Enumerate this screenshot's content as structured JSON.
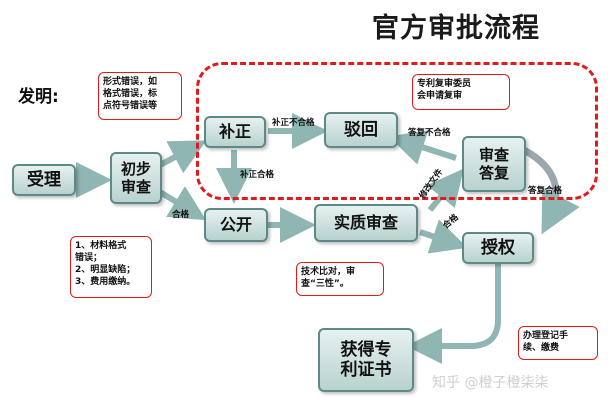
{
  "title": "官方审批流程",
  "invention_label": "发明:",
  "boxes": {
    "acceptance": "受理",
    "preliminary": "初步\n审查",
    "correction": "补正",
    "rejection": "驳回",
    "publication": "公开",
    "substantive": "实质审查",
    "review_reply": "审查\n答复",
    "grant": "授权",
    "certificate": "获得专\n利证书"
  },
  "callouts": {
    "format_errors": "形式错误，如\n格式错误，标\n点符号错误等",
    "appeal": "专利复审委员\n会申请复审",
    "material_list": "1、材料格式\n错误；\n2、明显缺陷；\n3、费用缴纳。",
    "tech_compare": "技术比对，审\n查“三性”。",
    "registration": "办理登记手\n续、缴费"
  },
  "labels": {
    "correction_fail": "补正不合格",
    "correction_pass": "补正合格",
    "qualified_1": "合格",
    "reply_fail": "答复不合格",
    "revise_doc": "修改文件",
    "qualified_2": "合格",
    "reply_pass": "答复合格"
  },
  "watermark": "知乎 @橙子橙柒柒",
  "colors": {
    "box_border": "#5d8a86",
    "box_fill": "#b8d2cf",
    "arrow": "#8fb6b2",
    "dash": "#e01b1b"
  }
}
